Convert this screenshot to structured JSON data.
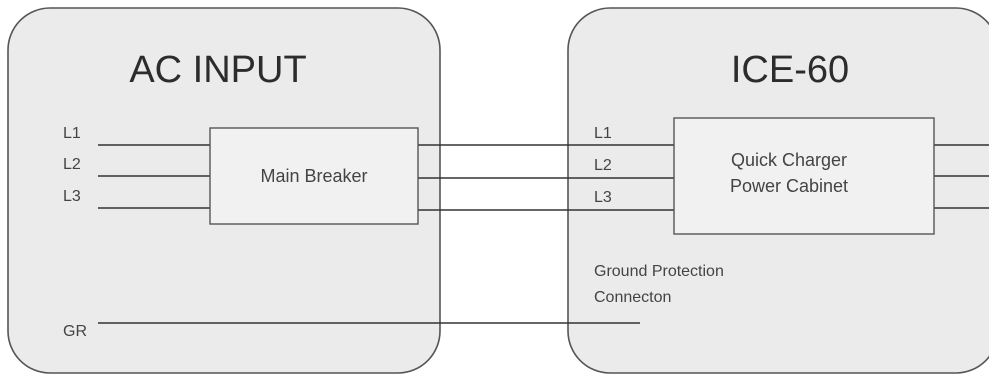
{
  "panels": {
    "ac_input": {
      "title": "AC INPUT"
    },
    "ice": {
      "title": "ICE-60"
    }
  },
  "ac_phases": [
    "L1",
    "L2",
    "L3"
  ],
  "ice_phases": [
    "L1",
    "L2",
    "L3"
  ],
  "ground_label": "GR",
  "main_breaker": "Main Breaker",
  "charger": {
    "line1": "Quick Charger",
    "line2": "Power Cabinet"
  },
  "ground_note": {
    "line1": "Ground Protection",
    "line2": "Connecton"
  }
}
